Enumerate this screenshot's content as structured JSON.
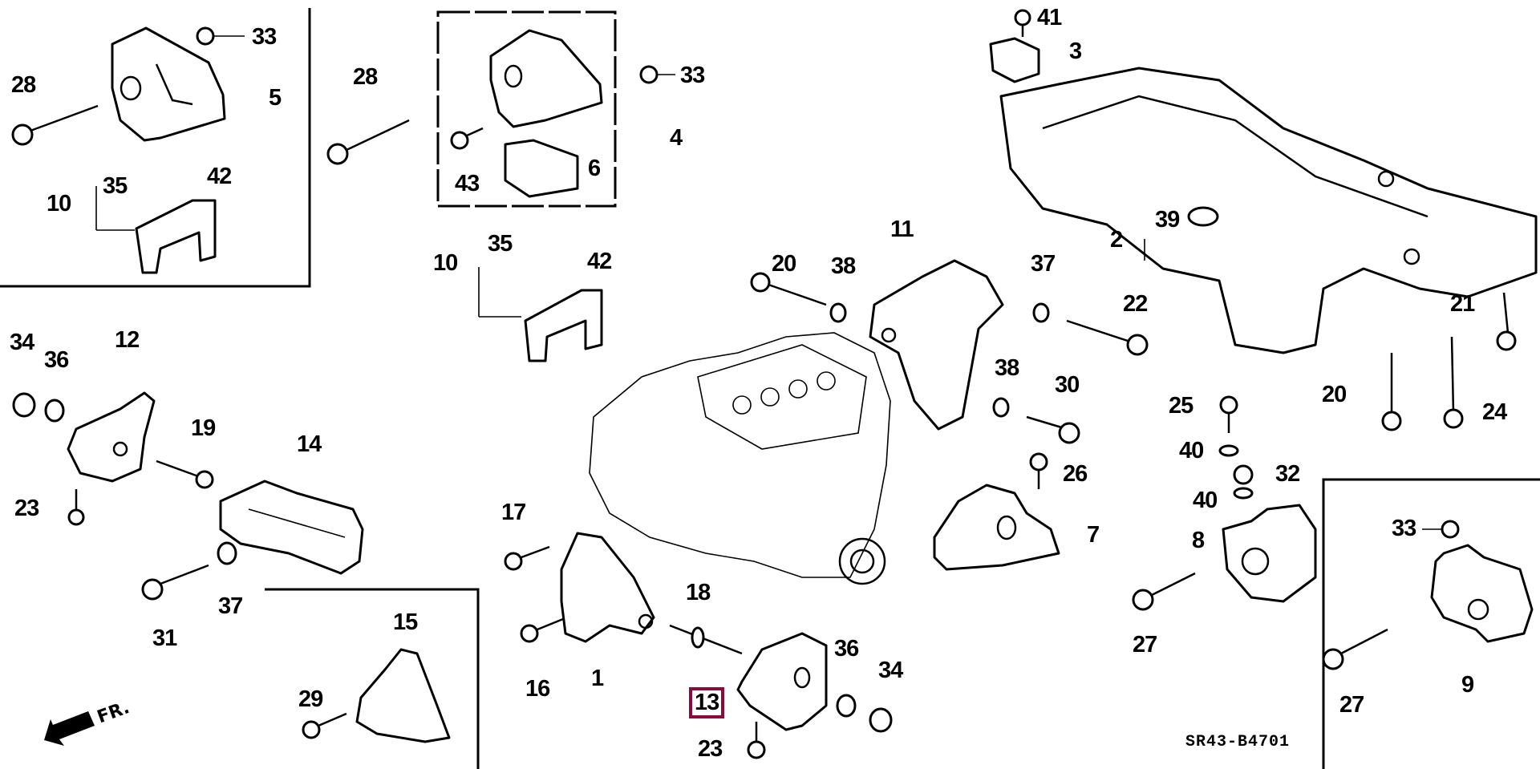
{
  "diagram": {
    "title_code": "SR43-B4701",
    "direction_indicator": "FR.",
    "highlight_color": "#8b0a3a",
    "highlighted_part": "13",
    "callouts": [
      {
        "id": "c28a",
        "label": "28"
      },
      {
        "id": "c33a",
        "label": "33"
      },
      {
        "id": "c5",
        "label": "5"
      },
      {
        "id": "c35a",
        "label": "35"
      },
      {
        "id": "c42a",
        "label": "42"
      },
      {
        "id": "c10a",
        "label": "10"
      },
      {
        "id": "c28b",
        "label": "28"
      },
      {
        "id": "c33b",
        "label": "33"
      },
      {
        "id": "c4",
        "label": "4"
      },
      {
        "id": "c6",
        "label": "6"
      },
      {
        "id": "c43",
        "label": "43"
      },
      {
        "id": "c35b",
        "label": "35"
      },
      {
        "id": "c42b",
        "label": "42"
      },
      {
        "id": "c10b",
        "label": "10"
      },
      {
        "id": "c41",
        "label": "41"
      },
      {
        "id": "c3",
        "label": "3"
      },
      {
        "id": "c39",
        "label": "39"
      },
      {
        "id": "c2",
        "label": "2"
      },
      {
        "id": "c20a",
        "label": "20"
      },
      {
        "id": "c38a",
        "label": "38"
      },
      {
        "id": "c11",
        "label": "11"
      },
      {
        "id": "c37a",
        "label": "37"
      },
      {
        "id": "c22",
        "label": "22"
      },
      {
        "id": "c21",
        "label": "21"
      },
      {
        "id": "c38b",
        "label": "38"
      },
      {
        "id": "c30",
        "label": "30"
      },
      {
        "id": "c20b",
        "label": "20"
      },
      {
        "id": "c24",
        "label": "24"
      },
      {
        "id": "c25",
        "label": "25"
      },
      {
        "id": "c40a",
        "label": "40"
      },
      {
        "id": "c32",
        "label": "32"
      },
      {
        "id": "c40b",
        "label": "40"
      },
      {
        "id": "c26",
        "label": "26"
      },
      {
        "id": "c7",
        "label": "7"
      },
      {
        "id": "c8",
        "label": "8"
      },
      {
        "id": "c27a",
        "label": "27"
      },
      {
        "id": "c33c",
        "label": "33"
      },
      {
        "id": "c9",
        "label": "9"
      },
      {
        "id": "c27b",
        "label": "27"
      },
      {
        "id": "c34a",
        "label": "34"
      },
      {
        "id": "c36a",
        "label": "36"
      },
      {
        "id": "c12",
        "label": "12"
      },
      {
        "id": "c19",
        "label": "19"
      },
      {
        "id": "c14",
        "label": "14"
      },
      {
        "id": "c23a",
        "label": "23"
      },
      {
        "id": "c31",
        "label": "31"
      },
      {
        "id": "c37b",
        "label": "37"
      },
      {
        "id": "c15",
        "label": "15"
      },
      {
        "id": "c29",
        "label": "29"
      },
      {
        "id": "c17",
        "label": "17"
      },
      {
        "id": "c16",
        "label": "16"
      },
      {
        "id": "c1",
        "label": "1"
      },
      {
        "id": "c18",
        "label": "18"
      },
      {
        "id": "c13",
        "label": "13"
      },
      {
        "id": "c36b",
        "label": "36"
      },
      {
        "id": "c34b",
        "label": "34"
      },
      {
        "id": "c23b",
        "label": "23"
      }
    ]
  }
}
